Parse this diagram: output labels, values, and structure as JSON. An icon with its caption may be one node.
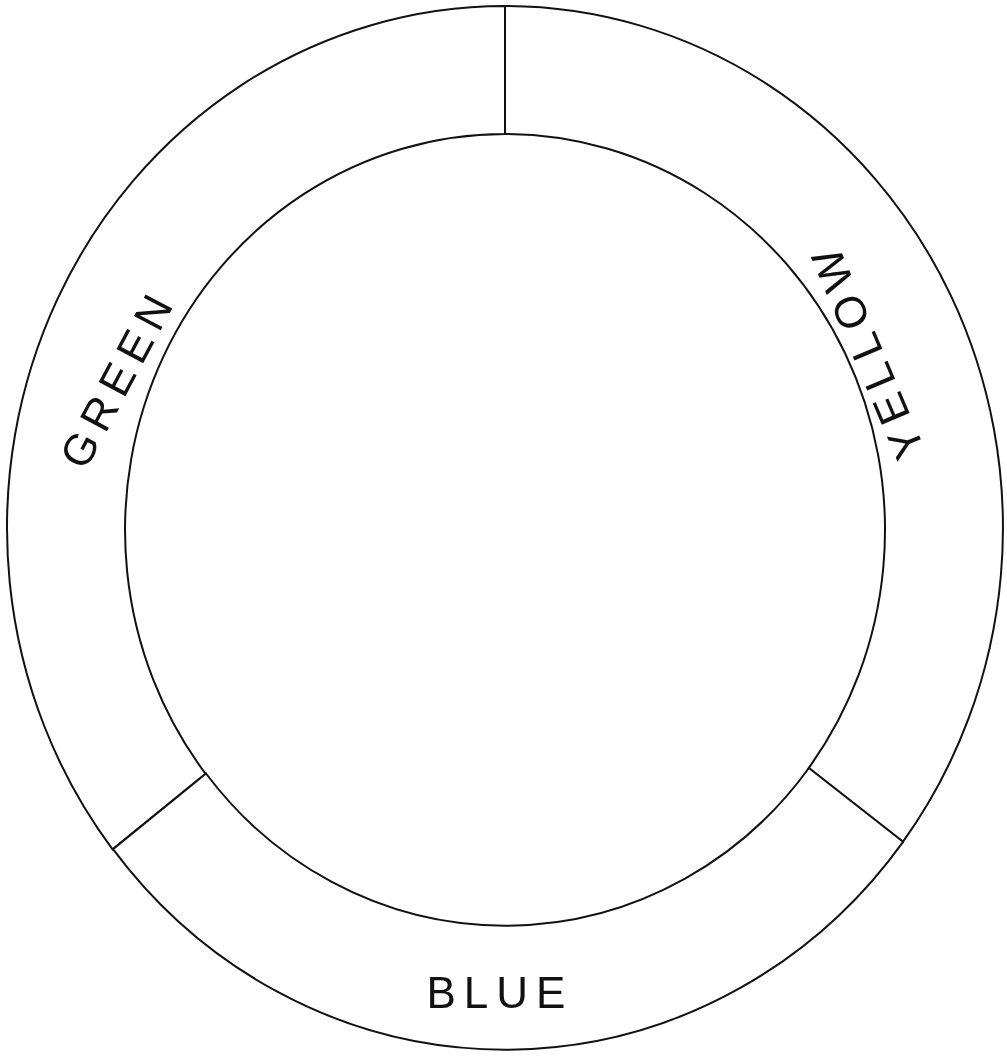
{
  "diagram": {
    "nodes": [
      {
        "text": [
          "GREEN"
        ]
      },
      {
        "text": [
          "YELLOW"
        ]
      },
      {
        "text": [
          "BLUE"
        ]
      }
    ]
  }
}
